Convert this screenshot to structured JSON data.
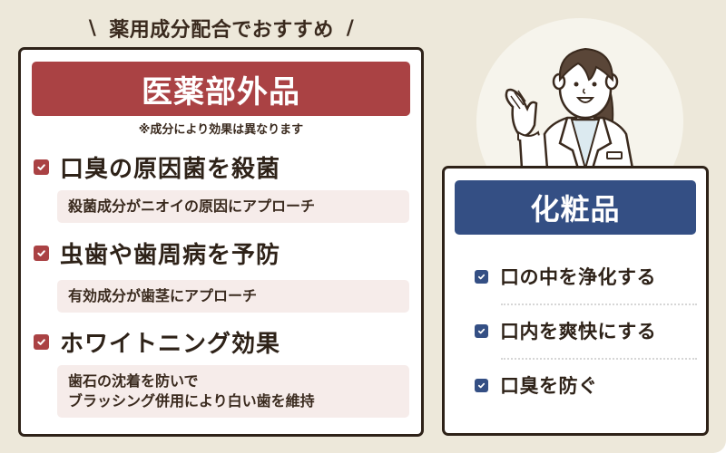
{
  "headline": {
    "left_mark": "\\",
    "text": "薬用成分配合でおすすめ",
    "right_mark": "/"
  },
  "quasi_drug": {
    "title": "医薬部外品",
    "note": "※成分により効果は異なります",
    "color": "#aa4244",
    "items": [
      {
        "title": "口臭の原因菌を殺菌",
        "desc": "殺菌成分がニオイの原因にアプローチ",
        "icon": "checkbox-checked-icon"
      },
      {
        "title": "虫歯や歯周病を予防",
        "desc": "有効成分が歯茎にアプローチ",
        "icon": "checkbox-checked-icon"
      },
      {
        "title": "ホワイトニング効果",
        "desc_line1": "歯石の沈着を防いで",
        "desc_line2": "ブラッシング併用により白い歯を維持",
        "icon": "checkbox-checked-icon"
      }
    ]
  },
  "cosmetics": {
    "title": "化粧品",
    "color": "#344f84",
    "items": [
      {
        "title": "口の中を浄化する",
        "icon": "checkbox-checked-icon"
      },
      {
        "title": "口内を爽快にする",
        "icon": "checkbox-checked-icon"
      },
      {
        "title": "口臭を防ぐ",
        "icon": "checkbox-checked-icon"
      }
    ]
  },
  "illustration": {
    "subject": "pharmacist-woman-in-white-coat"
  },
  "colors": {
    "background": "#ede8da",
    "text": "#2e2218",
    "desc_bg": "#f6ecea"
  }
}
